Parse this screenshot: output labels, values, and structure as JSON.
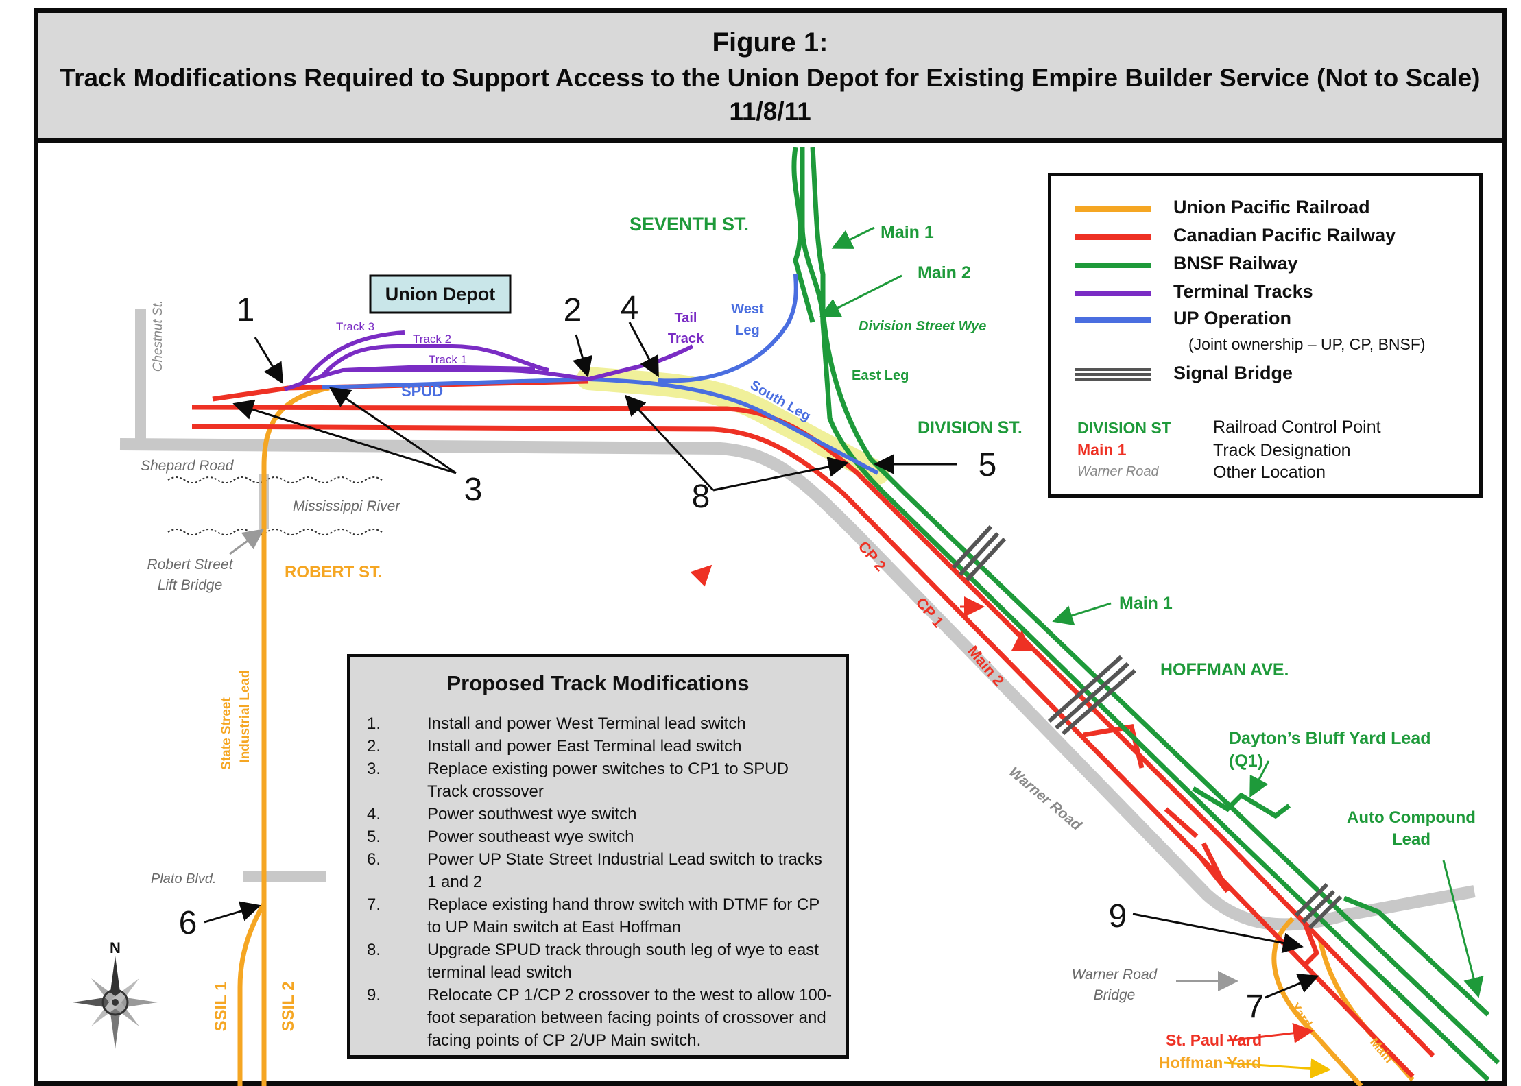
{
  "title": {
    "line1": "Figure 1:",
    "line2": "Track Modifications Required to Support Access to the Union Depot for Existing Empire Builder Service (Not to Scale)",
    "line3": "11/8/11"
  },
  "colors": {
    "union_pacific": "#f5a623",
    "canadian_pacific": "#ee3124",
    "bnsf": "#1e9a3a",
    "terminal": "#7a2cc4",
    "up_operation": "#4a6ee0",
    "highlight": "#f0f09a",
    "road": "#c8c8c8",
    "bridge_label": "#808080"
  },
  "legend": {
    "items": [
      {
        "label": "Union Pacific Railroad",
        "color": "#f5a623"
      },
      {
        "label": "Canadian Pacific Railway",
        "color": "#ee3124"
      },
      {
        "label": "BNSF Railway",
        "color": "#1e9a3a"
      },
      {
        "label": "Terminal Tracks",
        "color": "#7a2cc4"
      },
      {
        "label": "UP Operation",
        "color": "#4a6ee0"
      }
    ],
    "joint_note": "(Joint ownership – UP, CP, BNSF)",
    "signal_bridge": "Signal Bridge",
    "keys": [
      {
        "key": "DIVISION ST",
        "desc": "Railroad Control Point"
      },
      {
        "key": "Main 1",
        "desc": "Track Designation"
      },
      {
        "key": "Warner Road",
        "desc": "Other Location"
      }
    ]
  },
  "labels": {
    "union_depot": "Union Depot",
    "chestnut": "Chestnut St.",
    "shepard": "Shepard Road",
    "mississippi": "Mississippi River",
    "robert_bridge_1": "Robert Street",
    "robert_bridge_2": "Lift Bridge",
    "robert_st": "ROBERT ST.",
    "state_street_1": "State Street",
    "state_street_2": "Industrial Lead",
    "plato": "Plato Blvd.",
    "ssil1": "SSIL 1",
    "ssil2": "SSIL 2",
    "seventh": "SEVENTH ST.",
    "main1_top": "Main 1",
    "main2_top": "Main 2",
    "division_wye": "Division Street Wye",
    "east_leg": "East Leg",
    "division_st": "DIVISION ST.",
    "west_leg_1": "West",
    "west_leg_2": "Leg",
    "tail_track_1": "Tail",
    "tail_track_2": "Track",
    "track3": "Track 3",
    "track2": "Track 2",
    "track1": "Track 1",
    "spud": "SPUD",
    "south_leg": "South Leg",
    "cp2": "CP 2",
    "cp1": "CP 1",
    "main2_mid": "Main 2",
    "main1_mid": "Main 1",
    "hoffman": "HOFFMAN AVE.",
    "daytons_1": "Dayton’s Bluff Yard Lead",
    "daytons_2": "(Q1)",
    "auto_1": "Auto Compound",
    "auto_2": "Lead",
    "warner_road": "Warner Road",
    "warner_bridge_1": "Warner Road",
    "warner_bridge_2": "Bridge",
    "st_paul_yard": "St. Paul Yard",
    "hoffman_yard": "Hoffman Yard",
    "yard": "Yard",
    "main_small": "Main",
    "compass_n": "N"
  },
  "callouts": [
    "1",
    "2",
    "3",
    "4",
    "5",
    "6",
    "7",
    "8",
    "9"
  ],
  "modifications": {
    "title": "Proposed Track Modifications",
    "items": [
      {
        "num": "1.",
        "text": "Install and power West Terminal lead switch"
      },
      {
        "num": "2.",
        "text": "Install and power East Terminal lead switch"
      },
      {
        "num": "3.",
        "text": "Replace existing power switches to CP1 to SPUD Track crossover"
      },
      {
        "num": "4.",
        "text": "Power southwest wye switch"
      },
      {
        "num": "5.",
        "text": "Power southeast wye switch"
      },
      {
        "num": "6.",
        "text": "Power UP State Street Industrial Lead switch to tracks 1 and 2"
      },
      {
        "num": "7.",
        "text": "Replace existing hand throw switch with DTMF for CP to UP Main switch at East Hoffman"
      },
      {
        "num": "8.",
        "text": "Upgrade SPUD track through south leg of wye to east terminal lead switch"
      },
      {
        "num": "9.",
        "text": "Relocate CP 1/CP 2 crossover to the west to allow 100-foot separation between facing points of crossover and facing points of CP 2/UP Main switch."
      }
    ]
  }
}
